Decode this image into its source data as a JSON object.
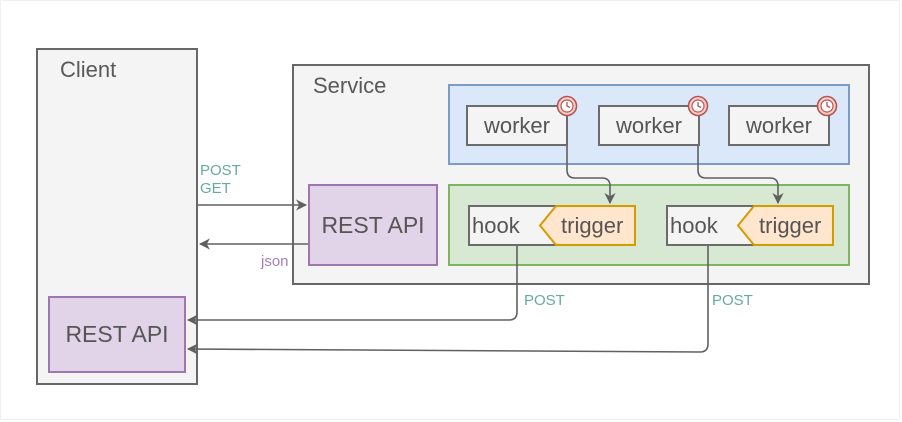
{
  "client": {
    "title": "Client"
  },
  "service": {
    "title": "Service"
  },
  "rest_api_service": {
    "label": "REST API"
  },
  "rest_api_client": {
    "label": "REST API"
  },
  "workers": [
    {
      "label": "worker"
    },
    {
      "label": "worker"
    },
    {
      "label": "worker"
    }
  ],
  "hooks": [
    {
      "hook_label": "hook",
      "trigger_label": "trigger"
    },
    {
      "hook_label": "hook",
      "trigger_label": "trigger"
    }
  ],
  "edge_labels": {
    "post_get_line1": "POST",
    "post_get_line2": "GET",
    "json": "json",
    "post_hook1": "POST",
    "post_hook2": "POST"
  },
  "colors": {
    "container_stroke": "#676767",
    "rest_fill": "#e2d4e8",
    "rest_stroke": "#9e77b0",
    "worker_group_fill": "#dae8f9",
    "hook_group_fill": "#d7e9d3",
    "trigger_fill": "#ffe6cc",
    "trigger_stroke": "#d79b00",
    "clock_fill": "#f8cecc",
    "clock_stroke": "#b85450",
    "edge_label_green": "#67ab9f",
    "edge_label_purple": "#a680b8"
  }
}
